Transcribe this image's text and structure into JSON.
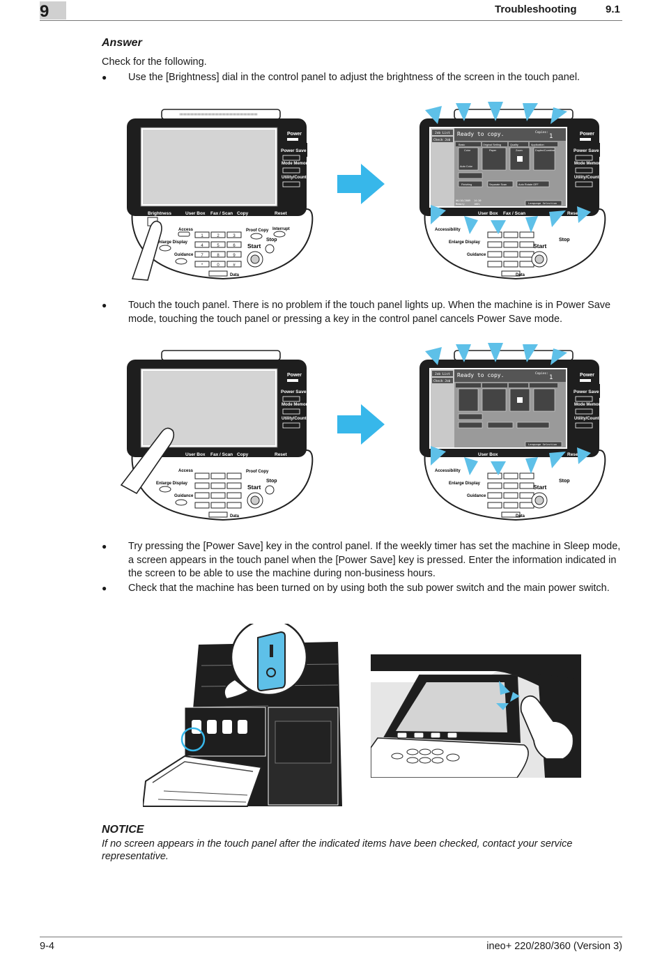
{
  "header": {
    "chapter": "9",
    "title": "Troubleshooting",
    "section": "9.1"
  },
  "answer": {
    "heading": "Answer",
    "intro": "Check for the following.",
    "bullets": [
      "Use the [Brightness] dial in the control panel to adjust the brightness of the screen in the touch panel.",
      "Touch the touch panel. There is no problem if the touch panel lights up. When the machine is in Power Save mode, touching the touch panel or pressing a key in the control panel cancels Power Save mode.",
      "Try pressing the [Power Save] key in the control panel. If the weekly timer has set the machine in Sleep mode, a screen appears in the touch panel when the [Power Save] key is pressed. Enter the information indicated in the screen to be able to use the machine during non-business hours.",
      "Check that the machine has been turned on by using both the sub power switch and the main power switch."
    ],
    "bullet_symbol": "●"
  },
  "panel_labels": {
    "power": "Power",
    "power_save": "Power Save",
    "mode_memory": "Mode Memory",
    "utility_counter": "Utility/Counter",
    "brightness": "Brightness",
    "user_box": "User Box",
    "fax_scan": "Fax / Scan",
    "copy": "Copy",
    "reset": "Reset",
    "accessibility": "Accessibility",
    "access": "Access",
    "proof_copy": "Proof Copy",
    "interrupt": "Interrupt",
    "stop": "Stop",
    "start": "Start",
    "enlarge_display": "Enlarge Display",
    "guidance": "Guidance",
    "data": "Data",
    "keypad": [
      "1",
      "2",
      "3",
      "4",
      "5",
      "6",
      "7",
      "8",
      "9",
      "*",
      "0",
      "#"
    ]
  },
  "screen": {
    "ready": "Ready to copy.",
    "copies_label": "Copies:",
    "copies_value": "1",
    "job_list": "Job List",
    "check_job": "Check Job",
    "basic": "Basic",
    "original_setting": "Original Setting",
    "quality": "Quality",
    "application": "Application",
    "color": "Color",
    "paper": "Paper",
    "zoom": "Zoom",
    "duplex": "Duplex/Combine",
    "auto_color": "Auto Color",
    "finishing": "Finishing",
    "separate_scan": "Separate Scan",
    "auto_rotate": "Auto Rotate OFF",
    "language": "Language Selection",
    "date": "06/16/2009",
    "time": "14:20",
    "memory": "Memory",
    "memory_value": "100%"
  },
  "notice": {
    "heading": "NOTICE",
    "text": "If no screen appears in the touch panel after the indicated items have been checked, contact your service representative."
  },
  "footer": {
    "page": "9-4",
    "product": "ineo+ 220/280/360 (Version 3)"
  },
  "colors": {
    "accent_blue": "#5ec0e8",
    "arrow_blue": "#37b7ea",
    "device_black": "#1e1e1e",
    "chapter_gray": "#d0d0d0"
  }
}
